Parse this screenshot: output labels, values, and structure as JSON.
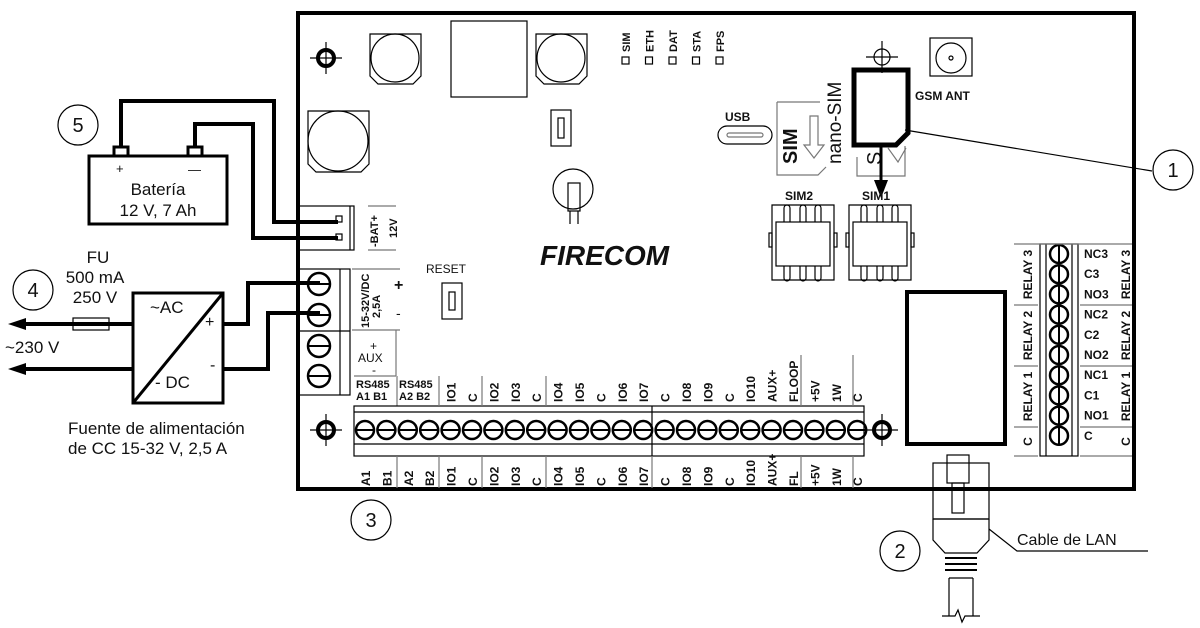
{
  "brand": "FIRECOM",
  "callouts": {
    "c1": "1",
    "c2": "2",
    "c3": "3",
    "c4": "4",
    "c5": "5"
  },
  "battery": {
    "title": "Batería",
    "spec": "12 V, 7 Ah",
    "plus": "+",
    "minus": "—"
  },
  "fuse": {
    "name": "FU",
    "current": "500 mA",
    "voltage": "250 V"
  },
  "mains": "~230 V",
  "psu": {
    "ac": "~AC",
    "dc": "- DC",
    "plus": "+",
    "minus": "-",
    "caption_line1": "Fuente de alimentación",
    "caption_line2": "de CC 15-32 V, 2,5 A"
  },
  "board": {
    "bat_label": "-BAT+",
    "bat_voltage": "12V",
    "power_label": "15-32V/DC",
    "power_current": "2,5A",
    "power_plus": "+",
    "power_minus": "-",
    "aux_plus": "+",
    "aux_label": "AUX",
    "aux_minus": "-",
    "reset": "RESET",
    "usb": "USB",
    "sim_tray": "SIM",
    "nano_sim": "nano-SIM",
    "sim2": "SIM2",
    "sim1": "SIM1",
    "gsm_ant": "GSM ANT",
    "lan_cable": "Cable de LAN"
  },
  "leds": [
    "SIM",
    "ETH",
    "DAT",
    "STA",
    "FPS"
  ],
  "terminals_top": [
    "RS485 A1",
    "B1",
    "RS485 A2",
    "B2",
    "IO1",
    "C",
    "IO2",
    "IO3",
    "C",
    "IO4",
    "IO5",
    "C",
    "IO6",
    "IO7",
    "C",
    "IO8",
    "IO9",
    "C",
    "IO10",
    "AUX+",
    "FLOOP",
    "+5V",
    "1W",
    "C"
  ],
  "rs485": {
    "a_title": "RS485",
    "a_pins": "A1  B1",
    "b_title": "RS485",
    "b_pins": "A2  B2"
  },
  "terminals_top_labels": [
    "IO1",
    "C",
    "IO2",
    "IO3",
    "C",
    "IO4",
    "IO5",
    "C",
    "IO6",
    "IO7",
    "C",
    "IO8",
    "IO9",
    "C",
    "IO10",
    "AUX+",
    "FLOOP",
    "+5V",
    "1W",
    "C"
  ],
  "terminals_bottom_labels": [
    "A1",
    "B1",
    "A2",
    "B2",
    "IO1",
    "C",
    "IO2",
    "IO3",
    "C",
    "IO4",
    "IO5",
    "C",
    "IO6",
    "IO7",
    "C",
    "IO8",
    "IO9",
    "C",
    "IO10",
    "AUX+",
    "FL",
    "+5V",
    "1W",
    "C"
  ],
  "relays": {
    "left_groups": [
      "RELAY 3",
      "RELAY 2",
      "RELAY 1",
      "C"
    ],
    "right_pins": [
      "NC3",
      "C3",
      "NO3",
      "NC2",
      "C2",
      "NO2",
      "NC1",
      "C1",
      "NO1",
      "C"
    ],
    "right_groups": [
      "RELAY 3",
      "RELAY 2",
      "RELAY 1",
      "C"
    ]
  }
}
